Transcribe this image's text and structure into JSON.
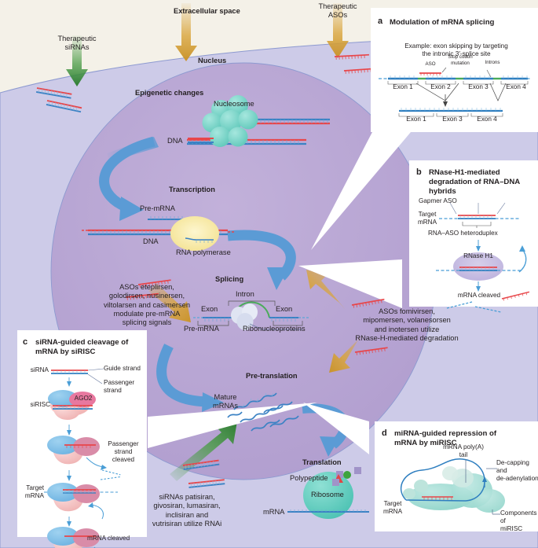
{
  "figure": {
    "title_extracellular": "Extracellular space",
    "nucleus_label": "Nucleus",
    "labels": {
      "therapeutic_sirnas": "Therapeutic\nsiRNAs",
      "therapeutic_asos": "Therapeutic\nASOs",
      "epigenetic_changes": "Epigenetic changes",
      "nucleosome": "Nucleosome",
      "dna": "DNA",
      "transcription": "Transcription",
      "pre_mrna": "Pre-mRNA",
      "dna2": "DNA",
      "rna_polymerase": "RNA polymerase",
      "splicing": "Splicing",
      "intron": "Intron",
      "exon_left": "Exon",
      "exon_right": "Exon",
      "pre_mrna2": "Pre-mRNA",
      "ribonucleoproteins": "Ribonucleoproteins",
      "aso_splicing_note": "ASOs eteplirsen,\ngolodirsen, nusinersen,\nviltolarsen and casimersen\nmodulate pre-mRNA\nsplicing signals",
      "aso_rnaseh_note": "ASOs fomivirsen,\nmipomersen, volanesorsen\nand inotersen utilize\nRNase-H-mediated degradation",
      "sirna_note": "siRNAs patisiran,\ngivosiran, lumasiran,\ninclisiran and\nvutrisiran utilize RNAi",
      "pre_translation": "Pre-translation",
      "mature_mrnas": "Mature\nmRNAs",
      "translation": "Translation",
      "polypeptide": "Polypeptide",
      "ribosome": "Ribosome",
      "mrna": "mRNA"
    },
    "colors": {
      "extracellular": "#f4f1e8",
      "cytoplasm": "#cdcbe8",
      "nucleus": "#b9a7d4",
      "arrow_blue": "#5b9bd5",
      "arrow_gold": "#d9a43a",
      "arrow_green": "#4a9c46",
      "rna_red": "#e8464a",
      "dna_blue": "#3b82c4",
      "nucleosome_teal": "#7fd8cd",
      "ribosome_teal": "#62cdc0",
      "polymerase_yellow": "#f7eaa8",
      "ago2_pink": "#e8789f",
      "risc_blue": "#79bde8",
      "risc_pink": "#f4c4c4",
      "panel_bg": "#ffffff"
    }
  },
  "panel_a": {
    "letter": "a",
    "title": "Modulation of mRNA splicing",
    "subtitle": "Example: exon skipping by targeting\nthe intronic 3′-splice site",
    "annot_aso": "ASO",
    "annot_stop": "Stop codon\nmutation",
    "annot_introns": "Introns",
    "top_exons": [
      "Exon 1",
      "Exon 2",
      "Exon 3",
      "Exon 4"
    ],
    "bottom_exons": [
      "Exon 1",
      "Exon 3",
      "Exon 4"
    ]
  },
  "panel_b": {
    "letter": "b",
    "title": "RNase-H1-mediated\ndegradation of RNA–DNA\nhybrids",
    "gapmer_aso": "Gapmer ASO",
    "target_mrna": "Target\nmRNA",
    "heteroduplex": "RNA–ASO heteroduplex",
    "rnase_h1": "RNase H1",
    "mrna_cleaved": "mRNA cleaved"
  },
  "panel_c": {
    "letter": "c",
    "title": "siRNA-guided cleavage of\nmRNA by siRISC",
    "sirna": "siRNA",
    "guide_strand": "Guide strand",
    "passenger_strand": "Passenger\nstrand",
    "sirisc": "siRISC",
    "ago2": "AGO2",
    "passenger_cleaved": "Passenger\nstrand\ncleaved",
    "target_mrna": "Target\nmRNA",
    "mrna_cleaved": "mRNA cleaved"
  },
  "panel_d": {
    "letter": "d",
    "title": "miRNA-guided repression of\nmRNA by miRISC",
    "poly_a_tail": "mRNA poly(A)\ntail",
    "decapping": "De-capping and\nde-adenylation",
    "target_mrna": "Target\nmRNA",
    "components": "Components of\nmiRISC"
  }
}
